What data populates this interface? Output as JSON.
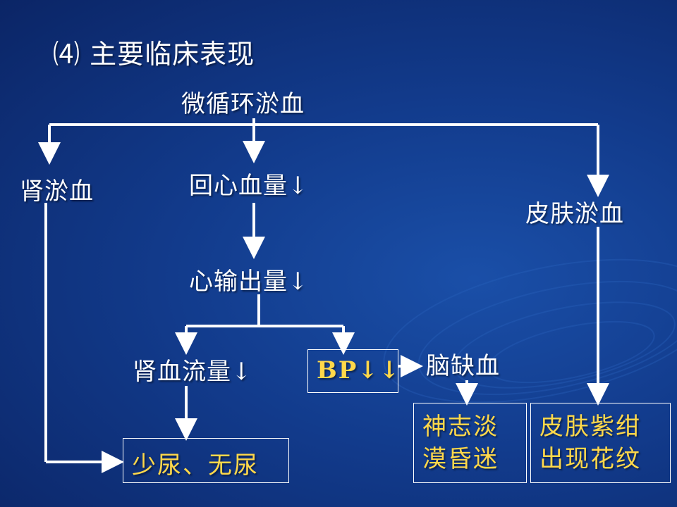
{
  "title": "⑷ 主要临床表现",
  "nodes": {
    "micro": "微循环淤血",
    "renal_congestion": "肾淤血",
    "venous_return": "回心血量↓",
    "skin_congestion": "皮肤淤血",
    "cardiac_output": "心输出量↓",
    "renal_flow": "肾血流量↓",
    "bp": "BP↓↓",
    "brain_ischemia": "脑缺血",
    "oliguria": "少尿、无尿",
    "mental_line1": "神志淡",
    "mental_line2": "漠昏迷",
    "skin_line1": "皮肤紫绀",
    "skin_line2": "出现花纹"
  },
  "colors": {
    "background": "#123b8c",
    "text": "#ffffff",
    "highlight_text": "#ffd84a"
  }
}
